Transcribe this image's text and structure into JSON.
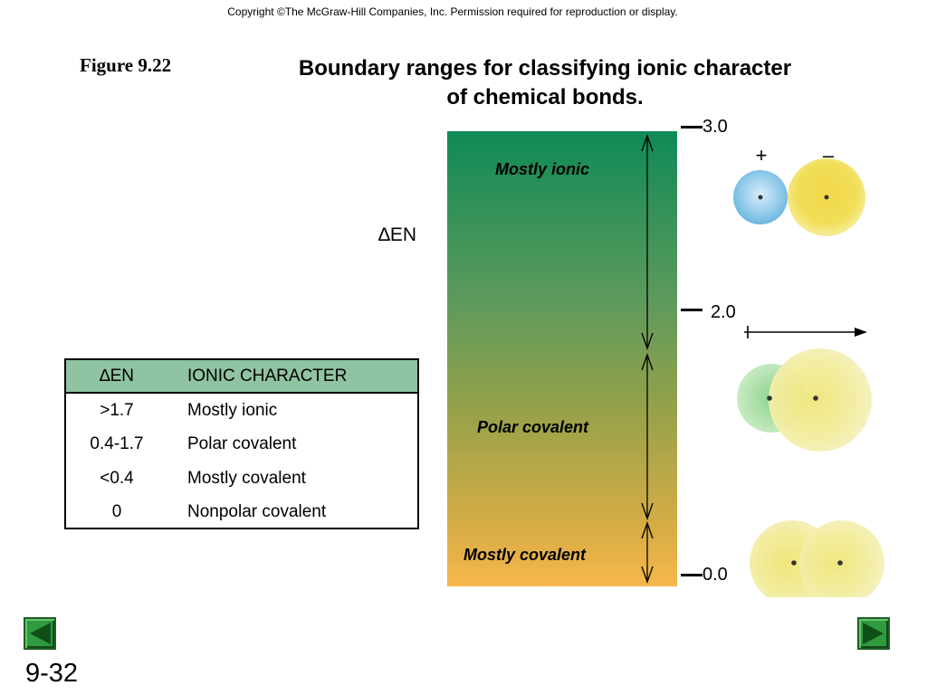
{
  "copyright": "Copyright ©The McGraw-Hill Companies, Inc.  Permission required for reproduction or display.",
  "figure_label": "Figure 9.22",
  "title_lines": [
    "Boundary ranges for classifying ionic character",
    "of chemical bonds."
  ],
  "scale": {
    "axis_label": "∆EN",
    "ticks": [
      "3.0",
      "2.0",
      "0.0"
    ],
    "zones": [
      "Mostly ionic",
      "Polar covalent",
      "Mostly covalent"
    ],
    "colors": {
      "top": "#0f8a56",
      "bottom": "#f6b74b"
    }
  },
  "table": {
    "headers": [
      "∆EN",
      "IONIC CHARACTER"
    ],
    "rows": [
      [
        ">1.7",
        "Mostly ionic"
      ],
      [
        "0.4-1.7",
        "Polar covalent"
      ],
      [
        "<0.4",
        "Mostly covalent"
      ],
      [
        "0",
        "Nonpolar covalent"
      ]
    ],
    "header_color": "#8fc3a1"
  },
  "molecules": {
    "charge_plus": "+",
    "charge_minus": "–",
    "dipole_arrow": "dipole-arrow-icon"
  },
  "footer": {
    "page_number": "9-32",
    "prev_icon": "back-arrow-icon",
    "next_icon": "forward-arrow-icon"
  }
}
